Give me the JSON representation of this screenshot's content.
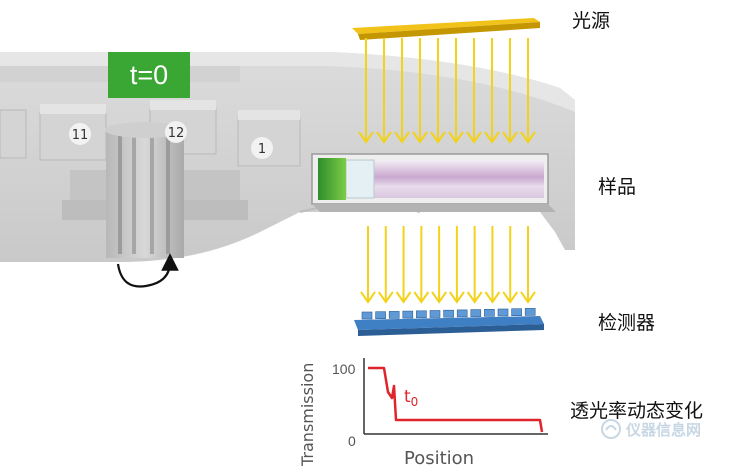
{
  "labels": {
    "light_source": "光源",
    "sample": "样品",
    "detector": "检测器",
    "transmission_dynamics": "透光率动态变化"
  },
  "rotor": {
    "time_badge": "t=0",
    "cell_numbers": [
      "11",
      "12",
      "1"
    ]
  },
  "plot": {
    "ylabel": "Transmission",
    "xlabel": "Position",
    "ytick_top": "100",
    "ytick_bottom": "0",
    "curve_label": "t",
    "curve_label_sub": "0",
    "curve_color": "#e0242b"
  },
  "watermark": {
    "text": "仪器信息网"
  },
  "colors": {
    "beam": "#f3d21c",
    "source_bar": "#e2b400",
    "detector_blue": "#3f7fc4",
    "badge_green": "#3aa634",
    "rotor_gray": "#c8c8c8"
  }
}
